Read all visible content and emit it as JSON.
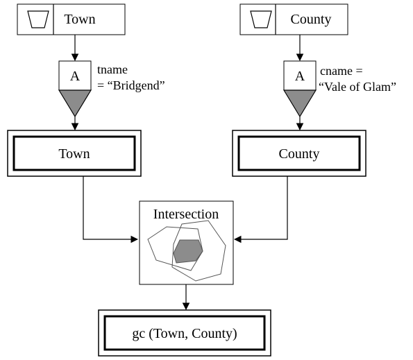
{
  "colors": {
    "stroke": "#000000",
    "fill_gray": "#8c8c8c",
    "bg": "#ffffff"
  },
  "sources": {
    "town": {
      "label": "Town",
      "icon": "table-source-icon"
    },
    "county": {
      "label": "County",
      "icon": "table-source-icon"
    }
  },
  "selects": {
    "town": {
      "operator": "A",
      "condition_line1": "tname",
      "condition_line2": "= “Bridgend”"
    },
    "county": {
      "operator": "A",
      "condition_line1": "cname =",
      "condition_line2": "“Vale of Glam”"
    }
  },
  "results": {
    "town": "Town",
    "county": "County",
    "final": "gc (Town, County)"
  },
  "intersection": {
    "label": "Intersection",
    "icon": "polygon-intersection-icon"
  }
}
